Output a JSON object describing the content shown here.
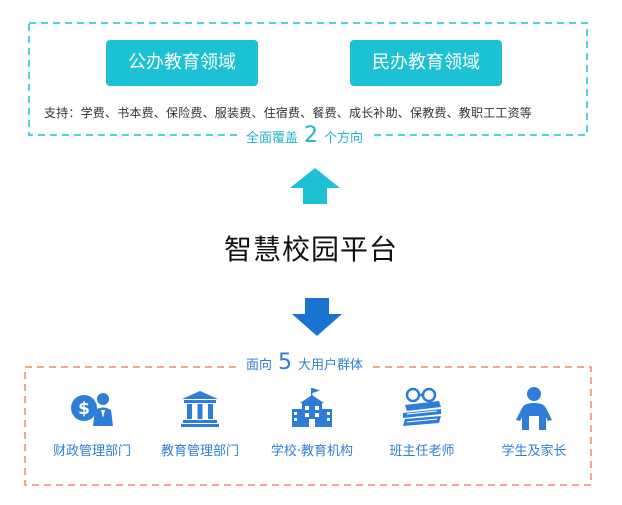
{
  "top": {
    "domains": [
      "公办教育领域",
      "民办教育领域"
    ],
    "support_text": "支持：学费、书本费、保险费、服装费、住宿费、餐费、成长补助、保教费、教职工工资等",
    "cover_prefix": "全面覆盖",
    "cover_number": "2",
    "cover_suffix": "个方向"
  },
  "center": {
    "title": "智慧校园平台"
  },
  "bottom": {
    "face_prefix": "面向",
    "face_number": "5",
    "face_suffix": "大用户群体",
    "groups": [
      {
        "label": "财政管理部门",
        "icon": "finance-person-icon"
      },
      {
        "label": "教育管理部门",
        "icon": "government-building-icon"
      },
      {
        "label": "学校·教育机构",
        "icon": "school-building-icon"
      },
      {
        "label": "班主任老师",
        "icon": "books-glasses-icon"
      },
      {
        "label": "学生及家长",
        "icon": "student-person-icon"
      }
    ]
  },
  "colors": {
    "cyan": "#1cc1d4",
    "cyan_text": "#1cb5cc",
    "blue": "#2e7dd7",
    "arrow_blue": "#1a73d1",
    "dash_orange": "#f08a6a"
  }
}
